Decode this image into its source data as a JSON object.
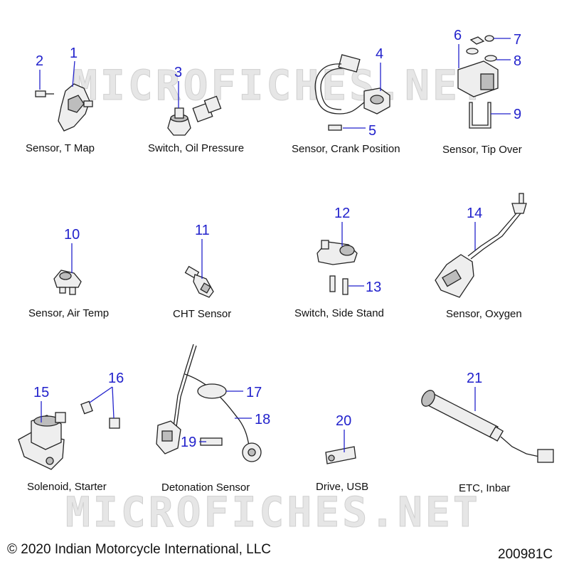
{
  "watermark": "MICROFICHES.NET",
  "copyright": "© 2020 Indian Motorcycle International, LLC",
  "figure_code": "200981C",
  "callouts": [
    "1",
    "2",
    "3",
    "4",
    "5",
    "6",
    "7",
    "8",
    "9",
    "10",
    "11",
    "12",
    "13",
    "14",
    "15",
    "16",
    "17",
    "18",
    "19",
    "20",
    "21"
  ],
  "labels": {
    "tmap": "Sensor, T Map",
    "oil": "Switch, Oil Pressure",
    "crank": "Sensor, Crank Position",
    "tipover": "Sensor, Tip Over",
    "airtemp": "Sensor, Air Temp",
    "cht": "CHT Sensor",
    "sidestand": "Switch, Side Stand",
    "oxygen": "Sensor, Oxygen",
    "solenoid": "Solenoid, Starter",
    "detonation": "Detonation Sensor",
    "usb": "Drive, USB",
    "etc": "ETC, Inbar"
  }
}
